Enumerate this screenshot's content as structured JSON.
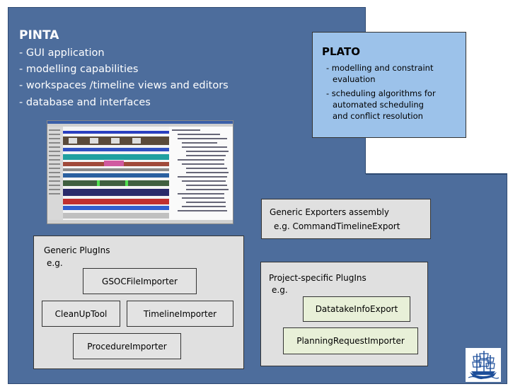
{
  "pinta": {
    "title": "PINTA",
    "items": [
      "- GUI application",
      "- modelling capabilities",
      "- workspaces /timeline views and editors",
      "- database and interfaces"
    ]
  },
  "plato": {
    "title": "PLATO",
    "lines": [
      "- modelling and constraint",
      "evaluation",
      "- scheduling algorithms for",
      "automated scheduling",
      "and conflict resolution"
    ]
  },
  "exporters": {
    "line1": "Generic Exporters assembly",
    "line2": "e.g. CommandTimelineExport"
  },
  "generic_plugins": {
    "title": "Generic PlugIns",
    "eg": "e.g.",
    "items": [
      "GSOCFileImporter",
      "CleanUpTool",
      "TimelineImporter",
      "ProcedureImporter"
    ]
  },
  "project_plugins": {
    "title": "Project-specific PlugIns",
    "eg": "e.g.",
    "items": [
      "DatatakeInfoExport",
      "PlanningRequestImporter"
    ]
  },
  "colors": {
    "pinta_bg": "#4d6d9c",
    "plato_bg": "#9cc2ea",
    "box_bg": "#e0e0e0",
    "plugin_green": "#e8f0d8"
  },
  "icons": {
    "screenshot": "application-screenshot",
    "logo": "ship-logo"
  }
}
